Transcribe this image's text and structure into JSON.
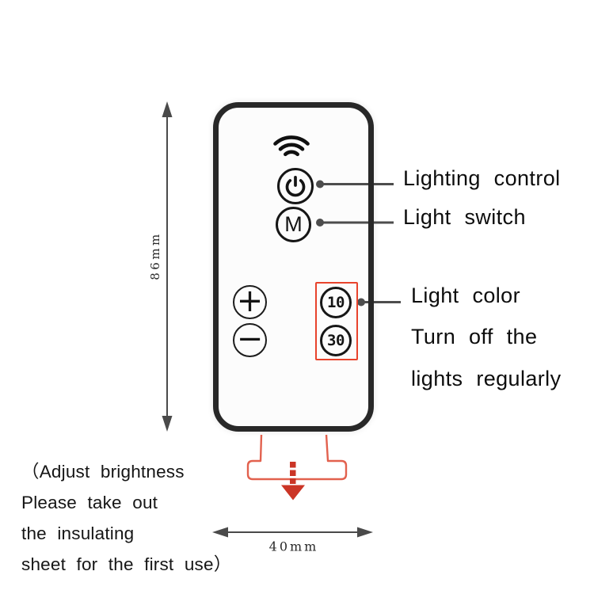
{
  "colors": {
    "ink": "#111111",
    "connector_gray": "#4d4d4d",
    "dimension_gray": "#4a4a4a",
    "highlight_box_red": "#e8432c",
    "tab_outline_red": "#e2614e",
    "pull_arrow_red": "#cb3526",
    "remote_border": "#282828",
    "remote_fill": "#fcfcfc"
  },
  "remote": {
    "antenna_icon": "wifi-signal-waves",
    "buttons": {
      "power": {
        "icon": "power-symbol"
      },
      "mode": {
        "label": "M"
      },
      "brightness_up": {
        "label": "+"
      },
      "brightness_down": {
        "label": "−"
      },
      "timer_10": {
        "label": "10"
      },
      "timer_30": {
        "label": "30"
      }
    }
  },
  "annotations": {
    "lighting_control": "Lighting control",
    "light_switch": "Light switch",
    "light_color": [
      "Light color",
      "Turn off the",
      "lights regularly"
    ]
  },
  "dimensions": {
    "height_label": "86mm",
    "width_label": "40mm"
  },
  "note": {
    "lines": [
      "（Adjust brightness",
      "Please take out",
      "the insulating",
      "sheet for the first use）"
    ]
  }
}
